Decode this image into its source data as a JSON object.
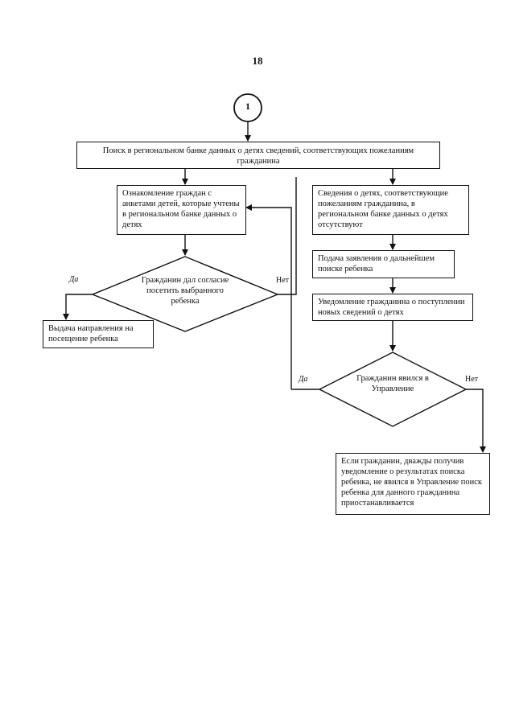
{
  "page_number": "18",
  "connector": "1",
  "nodes": {
    "search": "Поиск в региональном банке данных о детях сведений, соответствующих пожеланиям гражданина",
    "review": "Ознакомление граждан с анкетами детей, которые учтены в региональном банке данных о детях",
    "info_absent": "Сведения о детях, соответствующие пожеланиям гражданина, в региональном банке данных о детях отсутствуют",
    "consent_question": "Гражданин дал согласие посетить выбранного ребенка",
    "application": "Подача заявления о дальнейшем поиске ребенка",
    "notification": "Уведомление гражданина о поступлении новых сведений о детях",
    "referral": "Выдача направления на посещение ребенка",
    "appeared_question": "Гражданин явился в Управление",
    "suspension": "Если гражданин, дважды получив уведомление о результатах поиска ребенка, не явился в Управление поиск ребенка для данного гражданина приостанавливается"
  },
  "edge_labels": {
    "consent_yes": "Да",
    "consent_no": "Нет",
    "appeared_yes": "Да",
    "appeared_no": "Нет"
  }
}
